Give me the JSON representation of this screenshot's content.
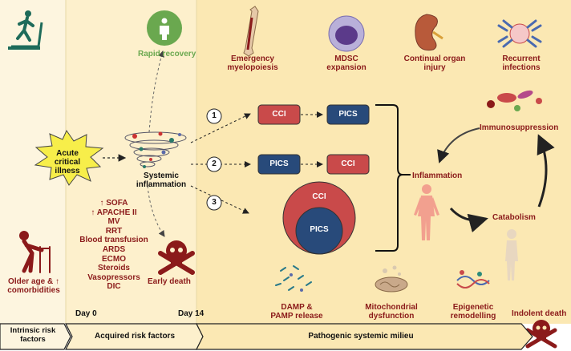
{
  "colors": {
    "dark_red": "#8b1a1a",
    "cci_red": "#c94a4a",
    "pics_blue": "#284a7a",
    "recovery_green": "#6aa84f",
    "zone1_bg": "#fdf5df",
    "zone2_bg": "#fdf0cc",
    "zone3_bg": "#fbe8b3",
    "starburst_yellow": "#f7ee4a"
  },
  "labels": {
    "acute_illness": "Acute critical illness",
    "systemic_inflammation": "Systemic inflammation",
    "rapid_recovery": "Rapid recovery",
    "early_death": "Early death",
    "older_age": "Older age & ↑ comorbidities",
    "day0": "Day 0",
    "day14": "Day 14",
    "inflammation": "Inflammation",
    "immunosuppression": "Immunosuppression",
    "catabolism": "Catabolism",
    "indolent_death": "Indolent death"
  },
  "acquired_factors": [
    "↑ SOFA",
    "↑ APACHE II",
    "MV",
    "RRT",
    "Blood transfusion",
    "ARDS",
    "ECMO",
    "Steroids",
    "Vasopressors",
    "DIC"
  ],
  "top_items": [
    {
      "label": "Emergency myelopoiesis",
      "icon": "bone-icon"
    },
    {
      "label": "MDSC expansion",
      "icon": "cell-icon"
    },
    {
      "label": "Continual organ injury",
      "icon": "kidney-icon"
    },
    {
      "label": "Recurrent infections",
      "icon": "antibody-icon"
    }
  ],
  "bottom_items": [
    {
      "label": "DAMP & PAMP release",
      "icon": "particles-icon"
    },
    {
      "label": "Mitochondrial dysfunction",
      "icon": "mitochondria-icon"
    },
    {
      "label": "Epigenetic remodelling",
      "icon": "dna-icon"
    }
  ],
  "pathways": [
    {
      "number": "1",
      "first": "CCI",
      "second": "PICS"
    },
    {
      "number": "2",
      "first": "PICS",
      "second": "CCI"
    },
    {
      "number": "3",
      "outer": "CCI",
      "inner": "PICS"
    }
  ],
  "timeline": {
    "stage1": "Intrinsic risk factors",
    "stage2": "Acquired risk factors",
    "stage3": "Pathogenic systemic milieu"
  }
}
